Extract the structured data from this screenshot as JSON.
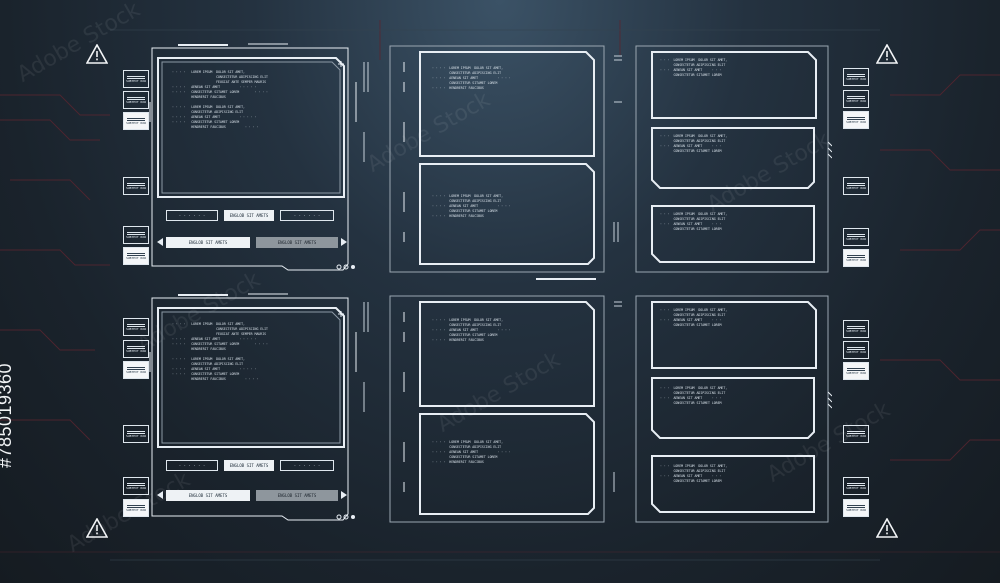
{
  "watermark": "Adobe Stock",
  "stock_id": "#785019360",
  "colors": {
    "background": "#1a232c",
    "frame": "#e8eef4",
    "accent_red": "#7a2a33"
  },
  "icons": {
    "warning": "warning-triangle-icon"
  },
  "chip_label": "SUBTEXT ROW",
  "button_label": "ENGLOB SIT AMETS",
  "panel_text": [
    "LOREM IPSUM  DOLOR SIT AMET,",
    "CONSECTETUR ADIPISCING ELIT",
    "FEUGIAT ANTE SEMPER MAURIS",
    "",
    "AENEAN SIT AMET",
    "CONSECTETUR SITAMET LOREM",
    "HENDRERIT FAUCIBUS"
  ]
}
